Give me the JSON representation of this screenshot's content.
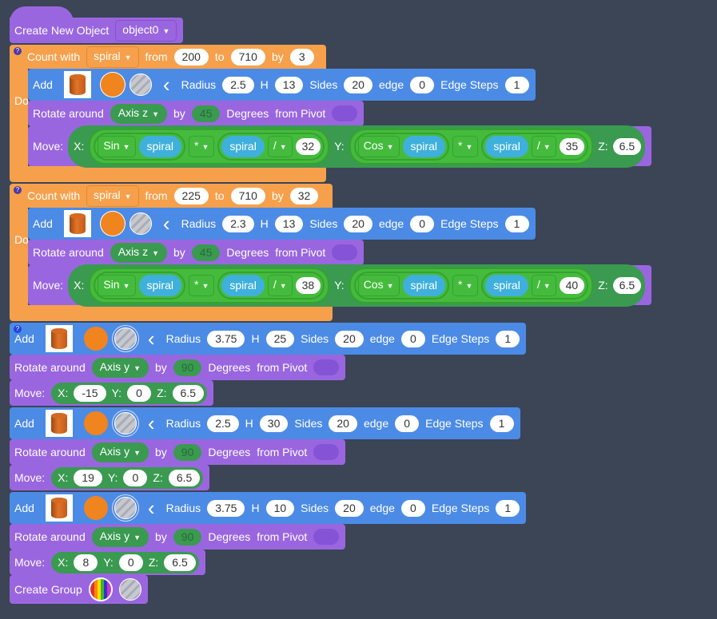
{
  "colors": {
    "background": "#3b4556",
    "purple": "#9a66e0",
    "blue": "#4c8be5",
    "orange": "#f6a04c",
    "green": "#3a9a50",
    "light_green": "#44bb3c",
    "variable": "#3fb0dc"
  },
  "create_object": {
    "label": "Create New Object",
    "value": "object0"
  },
  "loops": [
    {
      "label": "Count with",
      "var": "spiral",
      "from_label": "from",
      "from": "200",
      "to_label": "to",
      "to": "710",
      "by_label": "by",
      "by": "3",
      "do_label": "Do",
      "add": {
        "label": "Add",
        "radius_label": "Radius",
        "radius": "2.5",
        "h_label": "H",
        "h": "13",
        "sides_label": "Sides",
        "sides": "20",
        "edge_label": "edge",
        "edge": "0",
        "edge_steps_label": "Edge Steps",
        "edge_steps": "1"
      },
      "rotate": {
        "label": "Rotate around",
        "axis": "Axis z",
        "by_label": "by",
        "degrees": "45",
        "degrees_label": "Degrees",
        "pivot_label": "from Pivot"
      },
      "move": {
        "label": "Move:",
        "x_label": "X:",
        "y_label": "Y:",
        "z_label": "Z:",
        "x": {
          "fn": "Sin",
          "var": "spiral",
          "op": "*",
          "var2": "spiral",
          "op2": "/",
          "num": "32"
        },
        "y": {
          "fn": "Cos",
          "var": "spiral",
          "op": "*",
          "var2": "spiral",
          "op2": "/",
          "num": "35"
        },
        "z": "6.5"
      }
    },
    {
      "label": "Count with",
      "var": "spiral",
      "from_label": "from",
      "from": "225",
      "to_label": "to",
      "to": "710",
      "by_label": "by",
      "by": "32",
      "do_label": "Do",
      "add": {
        "label": "Add",
        "radius_label": "Radius",
        "radius": "2.3",
        "h_label": "H",
        "h": "13",
        "sides_label": "Sides",
        "sides": "20",
        "edge_label": "edge",
        "edge": "0",
        "edge_steps_label": "Edge Steps",
        "edge_steps": "1"
      },
      "rotate": {
        "label": "Rotate around",
        "axis": "Axis z",
        "by_label": "by",
        "degrees": "45",
        "degrees_label": "Degrees",
        "pivot_label": "from Pivot"
      },
      "move": {
        "label": "Move:",
        "x_label": "X:",
        "y_label": "Y:",
        "z_label": "Z:",
        "x": {
          "fn": "Sin",
          "var": "spiral",
          "op": "*",
          "var2": "spiral",
          "op2": "/",
          "num": "38"
        },
        "y": {
          "fn": "Cos",
          "var": "spiral",
          "op": "*",
          "var2": "spiral",
          "op2": "/",
          "num": "40"
        },
        "z": "6.5"
      }
    }
  ],
  "groups": [
    {
      "add": {
        "label": "Add",
        "radius_label": "Radius",
        "radius": "3.75",
        "h_label": "H",
        "h": "25",
        "sides_label": "Sides",
        "sides": "20",
        "edge_label": "edge",
        "edge": "0",
        "edge_steps_label": "Edge Steps",
        "edge_steps": "1"
      },
      "rotate": {
        "label": "Rotate around",
        "axis": "Axis y",
        "by_label": "by",
        "degrees": "90",
        "degrees_label": "Degrees",
        "pivot_label": "from Pivot"
      },
      "move": {
        "label": "Move:",
        "x_label": "X:",
        "x": "-15",
        "y_label": "Y:",
        "y": "0",
        "z_label": "Z:",
        "z": "6.5"
      }
    },
    {
      "add": {
        "label": "Add",
        "radius_label": "Radius",
        "radius": "2.5",
        "h_label": "H",
        "h": "30",
        "sides_label": "Sides",
        "sides": "20",
        "edge_label": "edge",
        "edge": "0",
        "edge_steps_label": "Edge Steps",
        "edge_steps": "1"
      },
      "rotate": {
        "label": "Rotate around",
        "axis": "Axis y",
        "by_label": "by",
        "degrees": "90",
        "degrees_label": "Degrees",
        "pivot_label": "from Pivot"
      },
      "move": {
        "label": "Move:",
        "x_label": "X:",
        "x": "19",
        "y_label": "Y:",
        "y": "0",
        "z_label": "Z:",
        "z": "6.5"
      }
    },
    {
      "add": {
        "label": "Add",
        "radius_label": "Radius",
        "radius": "3.75",
        "h_label": "H",
        "h": "10",
        "sides_label": "Sides",
        "sides": "20",
        "edge_label": "edge",
        "edge": "0",
        "edge_steps_label": "Edge Steps",
        "edge_steps": "1"
      },
      "rotate": {
        "label": "Rotate around",
        "axis": "Axis y",
        "by_label": "by",
        "degrees": "90",
        "degrees_label": "Degrees",
        "pivot_label": "from Pivot"
      },
      "move": {
        "label": "Move:",
        "x_label": "X:",
        "x": "8",
        "y_label": "Y:",
        "y": "0",
        "z_label": "Z:",
        "z": "6.5"
      }
    }
  ],
  "create_group": {
    "label": "Create Group"
  },
  "help_glyph": "?"
}
